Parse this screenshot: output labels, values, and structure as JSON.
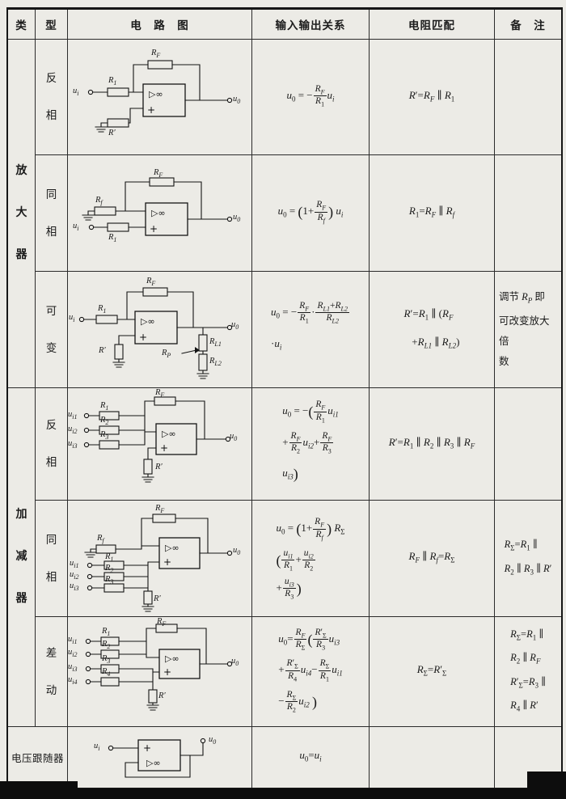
{
  "header": {
    "type": "类",
    "subtype": "型",
    "circuit": "电　路　图",
    "io": "输入输出关系",
    "match": "电阻匹配",
    "note": "备　注"
  },
  "groups": {
    "amplifier": "放大器",
    "adder_subtractor": "加减器",
    "follower": "电压跟随器"
  },
  "glyphs": {
    "opamp": "▷∞",
    "plus": "+"
  },
  "rows": [
    {
      "type": "反相",
      "formula": "<i>u</i><sub>0</sub> = −<span class='f'><span class='n'><i>R<sub>F</sub></i></span><span class='d'><i>R</i><sub>1</sub></span></span><i>u<sub>i</sub></i>",
      "match": "<i>R</i>′=<i>R<sub>F</sub></i> ∥ <i>R</i><sub>1</sub>",
      "note": "",
      "labels": {
        "ui": "<i>u<sub>i</sub></i>",
        "uo": "<i>u</i><sub>0</sub>",
        "r1": "<i>R</i><sub>1</sub>",
        "rf": "<i>R<sub>F</sub></i>",
        "rq": "<i>R</i>′"
      }
    },
    {
      "type": "同相",
      "formula": "<i>u</i><sub>0</sub> = <span class='p'>(</span>1+<span class='f'><span class='n'><i>R<sub>F</sub></i></span><span class='d'><i>R<sub>f</sub></i></span></span><span class='p'>)</span> <i>u<sub>i</sub></i>",
      "match": "<i>R</i><sub>1</sub>=<i>R<sub>F</sub></i> ∥ <i>R<sub>f</sub></i>",
      "note": "",
      "labels": {
        "ui": "<i>u<sub>i</sub></i>",
        "uo": "<i>u</i><sub>0</sub>",
        "r1": "<i>R</i><sub>1</sub>",
        "rf": "<i>R<sub>F</sub></i>",
        "rsf": "<i>R<sub>f</sub></i>"
      }
    },
    {
      "type": "可变",
      "formula": "<i>u</i><sub>0</sub> = −<span class='f'><span class='n'><i>R<sub>F</sub></i></span><span class='d'><i>R</i><sub>1</sub></span></span>·<span class='f'><span class='n'><i>R<sub>L1</sub></i>+<i>R<sub>L2</sub></i></span><span class='d'><i>R<sub>L2</sub></i></span></span><br>·<i>u<sub>i</sub></i>",
      "match": "<i>R</i>′=<i>R</i><sub>1</sub> ∥ (<i>R<sub>F</sub></i><br>&nbsp;&nbsp;&nbsp;+<i>R<sub>L1</sub></i> ∥ <i>R<sub>L2</sub></i>)",
      "note": "调节 <i>R<sub>P</sub></i> 即<br>可改变放大倍<br>数",
      "labels": {
        "ui": "<i>u<sub>i</sub></i>",
        "uo": "<i>u</i><sub>0</sub>",
        "r1": "<i>R</i><sub>1</sub>",
        "rf": "<i>R<sub>F</sub></i>",
        "rq": "<i>R</i>′",
        "rp": "<i>R<sub>P</sub></i>",
        "rl1": "<i>R<sub>L1</sub></i>",
        "rl2": "<i>R<sub>L2</sub></i>"
      }
    },
    {
      "type": "反相",
      "formula": "<i>u</i><sub>0</sub> = −<span class='p'>(</span><span class='f'><span class='n'><i>R<sub>F</sub></i></span><span class='d'><i>R</i><sub>1</sub></span></span><i>u<sub>i1</sub></i><br>+<span class='f'><span class='n'><i>R<sub>F</sub></i></span><span class='d'><i>R</i><sub>2</sub></span></span><i>u<sub>i2</sub></i>+<span class='f'><span class='n'><i>R<sub>F</sub></i></span><span class='d'><i>R</i><sub>3</sub></span></span><br><i>u<sub>i3</sub></i><span class='p'>)</span>",
      "match": "<i>R</i>′=<i>R</i><sub>1</sub> ∥ <i>R</i><sub>2</sub> ∥ <i>R</i><sub>3</sub> ∥ <i>R<sub>F</sub></i>",
      "note": "",
      "labels": {
        "ui1": "<i>u<sub>i1</sub></i>",
        "ui2": "<i>u<sub>i2</sub></i>",
        "ui3": "<i>u<sub>i3</sub></i>",
        "uo": "<i>u</i><sub>0</sub>",
        "r1": "<i>R</i><sub>1</sub>",
        "r2": "<i>R</i><sub>2</sub>",
        "r3": "<i>R</i><sub>3</sub>",
        "rf": "<i>R<sub>F</sub></i>",
        "rq": "<i>R</i>′"
      }
    },
    {
      "type": "同相",
      "formula": "<i>u</i><sub>0</sub> = <span class='p'>(</span>1+<span class='f'><span class='n'><i>R<sub>F</sub></i></span><span class='d'><i>R<sub>f</sub></i></span></span><span class='p'>)</span> <i>R</i><sub>Σ</sub><br><span class='p'>(</span><span class='f'><span class='n'><i>u<sub>i1</sub></i></span><span class='d'><i>R</i><sub>1</sub></span></span>+<span class='f'><span class='n'><i>u<sub>i2</sub></i></span><span class='d'><i>R</i><sub>2</sub></span></span><br>+<span class='f'><span class='n'><i>u<sub>i3</sub></i></span><span class='d'><i>R</i><sub>3</sub></span></span><span class='p'>)</span>",
      "match": "<i>R<sub>F</sub></i> ∥ <i>R<sub>f</sub></i>=<i>R</i><sub>Σ</sub>",
      "note": "<i>R</i><sub>Σ</sub>=<i>R</i><sub>1</sub> ∥<br><i>R</i><sub>2</sub> ∥ <i>R</i><sub>3</sub> ∥ <i>R</i>′",
      "labels": {
        "ui1": "<i>u<sub>i1</sub></i>",
        "ui2": "<i>u<sub>i2</sub></i>",
        "ui3": "<i>u<sub>i3</sub></i>",
        "uo": "<i>u</i><sub>0</sub>",
        "r1": "<i>R</i><sub>1</sub>",
        "r2": "<i>R</i><sub>2</sub>",
        "r3": "<i>R</i><sub>3</sub>",
        "rf": "<i>R<sub>F</sub></i>",
        "rsf": "<i>R<sub>f</sub></i>",
        "rq": "<i>R</i>′"
      }
    },
    {
      "type": "差动",
      "formula": "<i>u</i><sub>0</sub>=<span class='f'><span class='n'><i>R<sub>F</sub></i></span><span class='d'><i>R</i><sub>Σ</sub></span></span><span class='p'>(</span><span class='f'><span class='n'><i>R</i>′<sub>Σ</sub></span><span class='d'><i>R</i><sub>3</sub></span></span><i>u<sub>i3</sub></i><br>+<span class='f'><span class='n'><i>R</i>′<sub>Σ</sub></span><span class='d'><i>R</i><sub>4</sub></span></span><i>u<sub>i4</sub></i>−<span class='f'><span class='n'><i>R</i><sub>Σ</sub></span><span class='d'><i>R</i><sub>1</sub></span></span><i>u<sub>i1</sub></i><br>−<span class='f'><span class='n'><i>R</i><sub>Σ</sub></span><span class='d'><i>R</i><sub>2</sub></span></span><i>u<sub>i2</sub></i> <span class='p'>)</span>",
      "match": "<i>R</i><sub>Σ</sub>=<i>R</i>′<sub>Σ</sub>",
      "note": "<i>R</i><sub>Σ</sub>=<i>R</i><sub>1</sub> ∥<br><i>R</i><sub>2</sub> ∥ <i>R<sub>F</sub></i><br><i>R</i>′<sub>Σ</sub>=<i>R</i><sub>3</sub> ∥<br><i>R</i><sub>4</sub> ∥ <i>R</i>′",
      "labels": {
        "ui1": "<i>u<sub>i1</sub></i>",
        "ui2": "<i>u<sub>i2</sub></i>",
        "ui3": "<i>u<sub>i3</sub></i>",
        "ui4": "<i>u<sub>i4</sub></i>",
        "uo": "<i>u</i><sub>0</sub>",
        "r1": "<i>R</i><sub>1</sub>",
        "r2": "<i>R</i><sub>2</sub>",
        "r3": "<i>R</i><sub>3</sub>",
        "r4": "<i>R</i><sub>4</sub>",
        "rf": "<i>R<sub>F</sub></i>",
        "rq": "<i>R</i>′"
      }
    },
    {
      "type": "",
      "formula": "<i>u</i><sub>0</sub>=<i>u<sub>i</sub></i>",
      "match": "",
      "note": "",
      "labels": {
        "ui": "<i>u<sub>i</sub></i>",
        "uo": "<i>u</i><sub>0</sub>"
      }
    }
  ]
}
